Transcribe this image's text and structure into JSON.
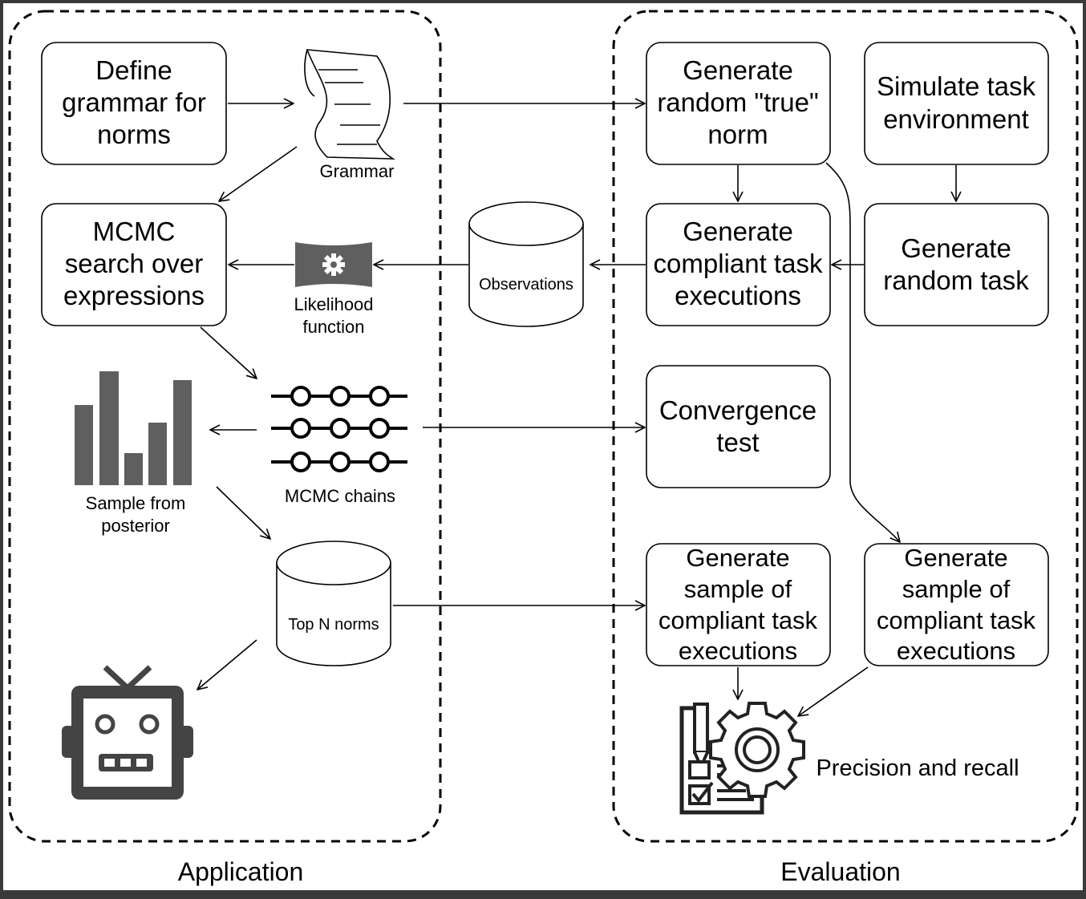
{
  "sections": {
    "application": "Application",
    "evaluation": "Evaluation"
  },
  "boxes": {
    "define_grammar": [
      "Define",
      "grammar for",
      "norms"
    ],
    "mcmc_search": [
      "MCMC",
      "search over",
      "expressions"
    ],
    "generate_true_norm": [
      "Generate",
      "random \"true\"",
      "norm"
    ],
    "simulate_env": [
      "Simulate task",
      "environment"
    ],
    "generate_compliant": [
      "Generate",
      "compliant task",
      "executions"
    ],
    "generate_random_task": [
      "Generate",
      "random task"
    ],
    "convergence_test": [
      "Convergence",
      "test"
    ],
    "sample_compliant_left": [
      "Generate",
      "sample of",
      "compliant task",
      "executions"
    ],
    "sample_compliant_right": [
      "Generate",
      "sample of",
      "compliant task",
      "executions"
    ]
  },
  "labels": {
    "grammar": "Grammar",
    "likelihood": [
      "Likelihood",
      "function"
    ],
    "observations": "Observations",
    "mcmc_chains": "MCMC chains",
    "sample_posterior": [
      "Sample from",
      "posterior"
    ],
    "top_n_norms": "Top N norms",
    "precision_recall": "Precision and recall"
  },
  "icons": [
    "scroll-document-icon",
    "likelihood-gear-icon",
    "mcmc-chains-icon",
    "bar-chart-icon",
    "robot-icon",
    "checklist-gear-icon",
    "database-cylinder-icon"
  ],
  "colors": {
    "icon_gray": "#5f5f5f",
    "stroke": "#000000",
    "page": "#ffffff"
  }
}
